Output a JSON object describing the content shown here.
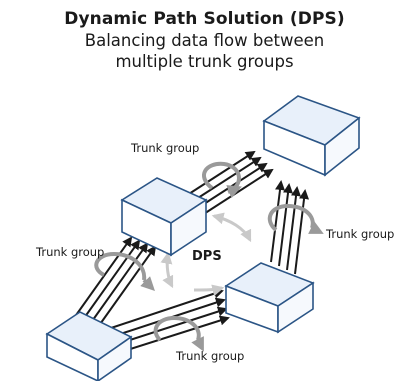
{
  "diagram": {
    "title": "Dynamic Path Solution (DPS)",
    "subtitle_line1": "Balancing data flow between",
    "subtitle_line2": "multiple trunk groups",
    "center_label": "DPS",
    "trunk_labels": {
      "top": "Trunk group",
      "left": "Trunk group",
      "right": "Trunk group",
      "bottom": "Trunk group"
    },
    "colors": {
      "box_edge": "#2b5586",
      "box_face_top": "#e8f0fa",
      "box_face_side": "#ffffff",
      "arrow": "#1a1a1a",
      "loop": "#9a9a9a",
      "dps_arrow": "#c9c9c9"
    }
  }
}
